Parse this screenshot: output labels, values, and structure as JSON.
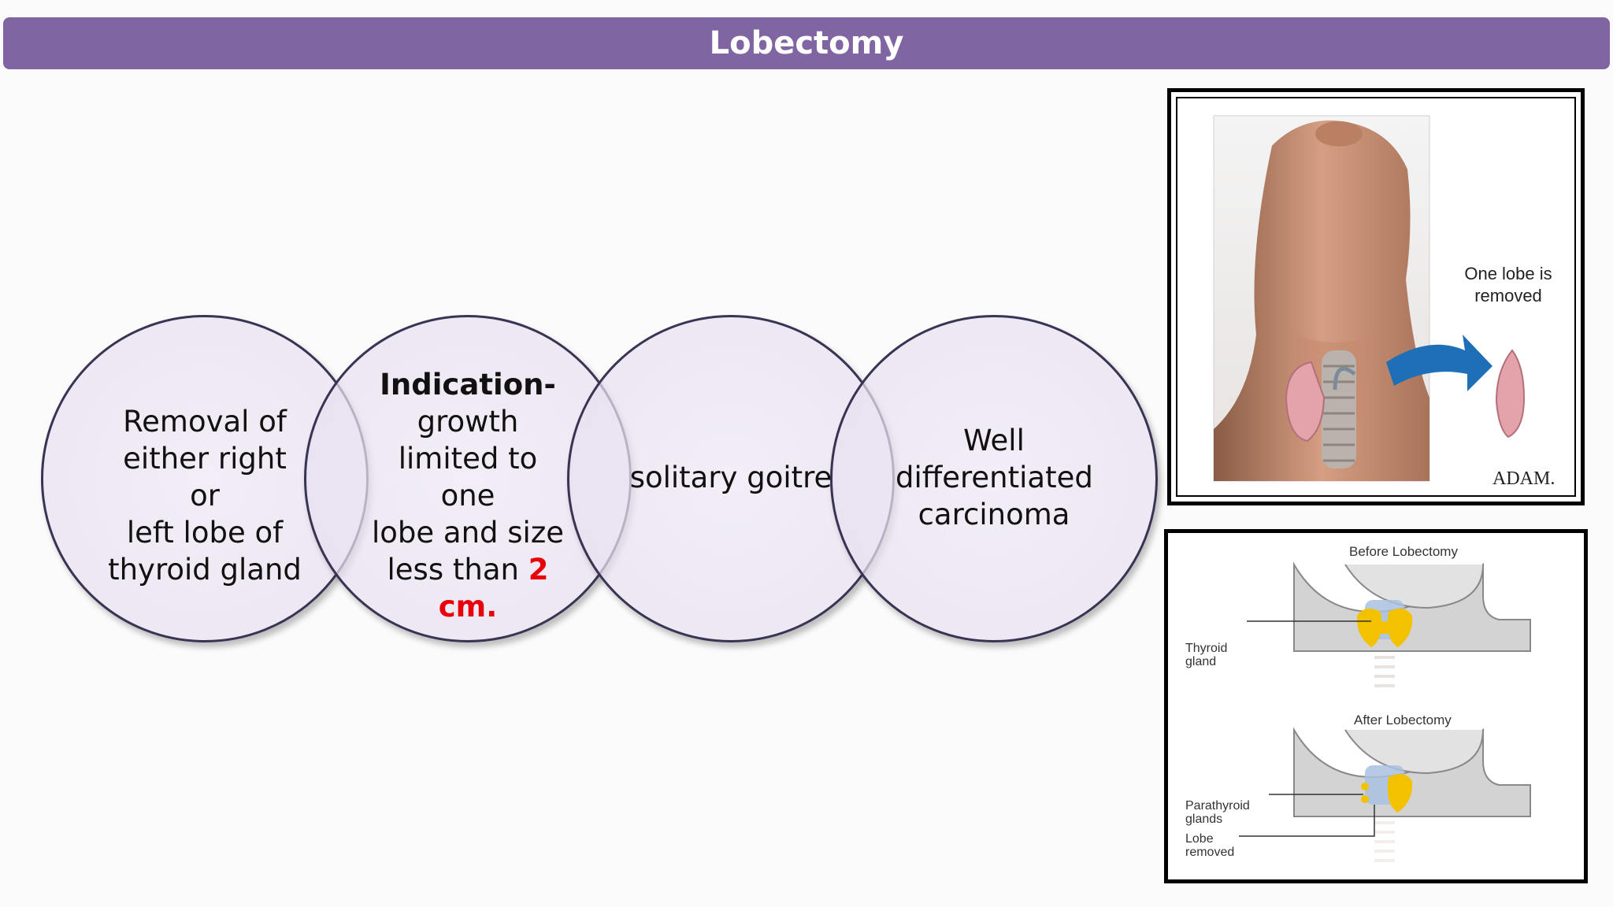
{
  "title": "Lobectomy",
  "circles": [
    {
      "lines": [
        "Removal of",
        "either right or",
        "left  lobe of",
        "thyroid gland"
      ]
    },
    {
      "heading": "Indication-",
      "lines": [
        "growth",
        "limited to one",
        "lobe and size"
      ],
      "lead": "less than ",
      "highlight_num": "2",
      "highlight_unit": "cm."
    },
    {
      "lines": [
        "solitary goitre"
      ]
    },
    {
      "lines": [
        "Well",
        "differentiated",
        "carcinoma"
      ]
    }
  ],
  "image_top": {
    "caption_line1": "One lobe is",
    "caption_line2": "removed",
    "logo": "ADAM."
  },
  "image_bottom": {
    "before_label": "Before Lobectomy",
    "after_label": "After Lobectomy",
    "thyroid_line1": "Thyroid",
    "thyroid_line2": "gland",
    "parathyroid_line1": "Parathyroid",
    "parathyroid_line2": "glands",
    "lobe_line1": "Lobe",
    "lobe_line2": "removed"
  },
  "colors": {
    "title_bar": "#7f66a3",
    "highlight": "#e8000b",
    "thyroid": "#f2c200"
  }
}
